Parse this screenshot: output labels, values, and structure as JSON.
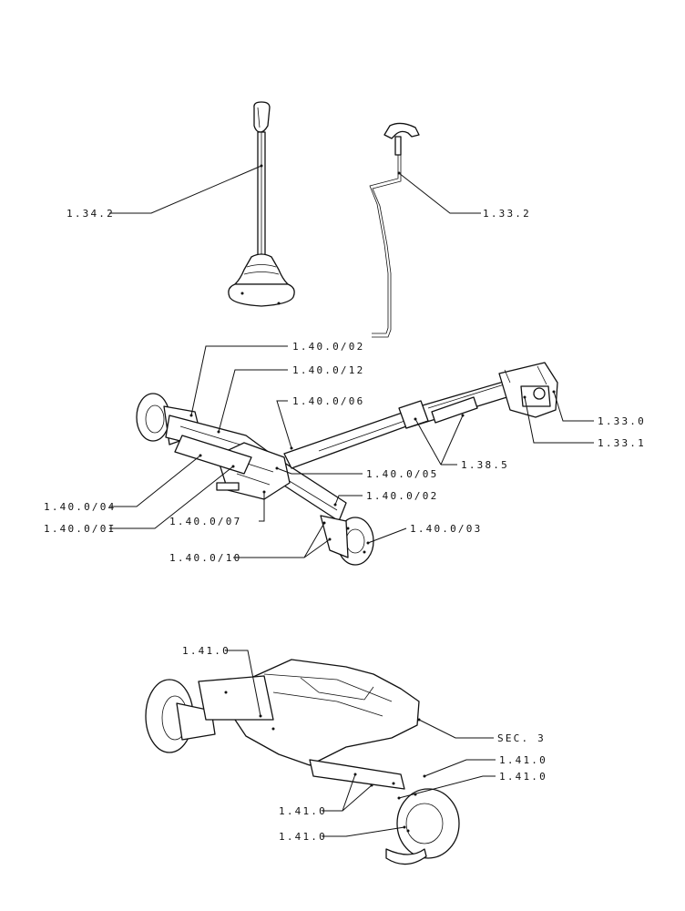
{
  "labels": {
    "l_1_34_2": "1.34.2",
    "l_1_33_2": "1.33.2",
    "l_1_40_0_02_top": "1.40.0/02",
    "l_1_40_0_12": "1.40.0/12",
    "l_1_40_0_06": "1.40.0/06",
    "l_1_33_0": "1.33.0",
    "l_1_33_1": "1.33.1",
    "l_1_38_5": "1.38.5",
    "l_1_40_0_05": "1.40.0/05",
    "l_1_40_0_02_mid": "1.40.0/02",
    "l_1_40_0_04": "1.40.0/04",
    "l_1_40_0_01": "1.40.0/0I",
    "l_1_40_0_07": "1.40.0/07",
    "l_1_40_0_03": "1.40.0/03",
    "l_1_40_0_10": "1.40.0/10",
    "l_1_41_0_top": "1.41.0",
    "l_sec_3": "SEC. 3",
    "l_1_41_0_r1": "1.41.0",
    "l_1_41_0_r2": "1.41.0",
    "l_1_41_0_l1": "1.41.0",
    "l_1_41_0_l2": "1.41.0"
  }
}
